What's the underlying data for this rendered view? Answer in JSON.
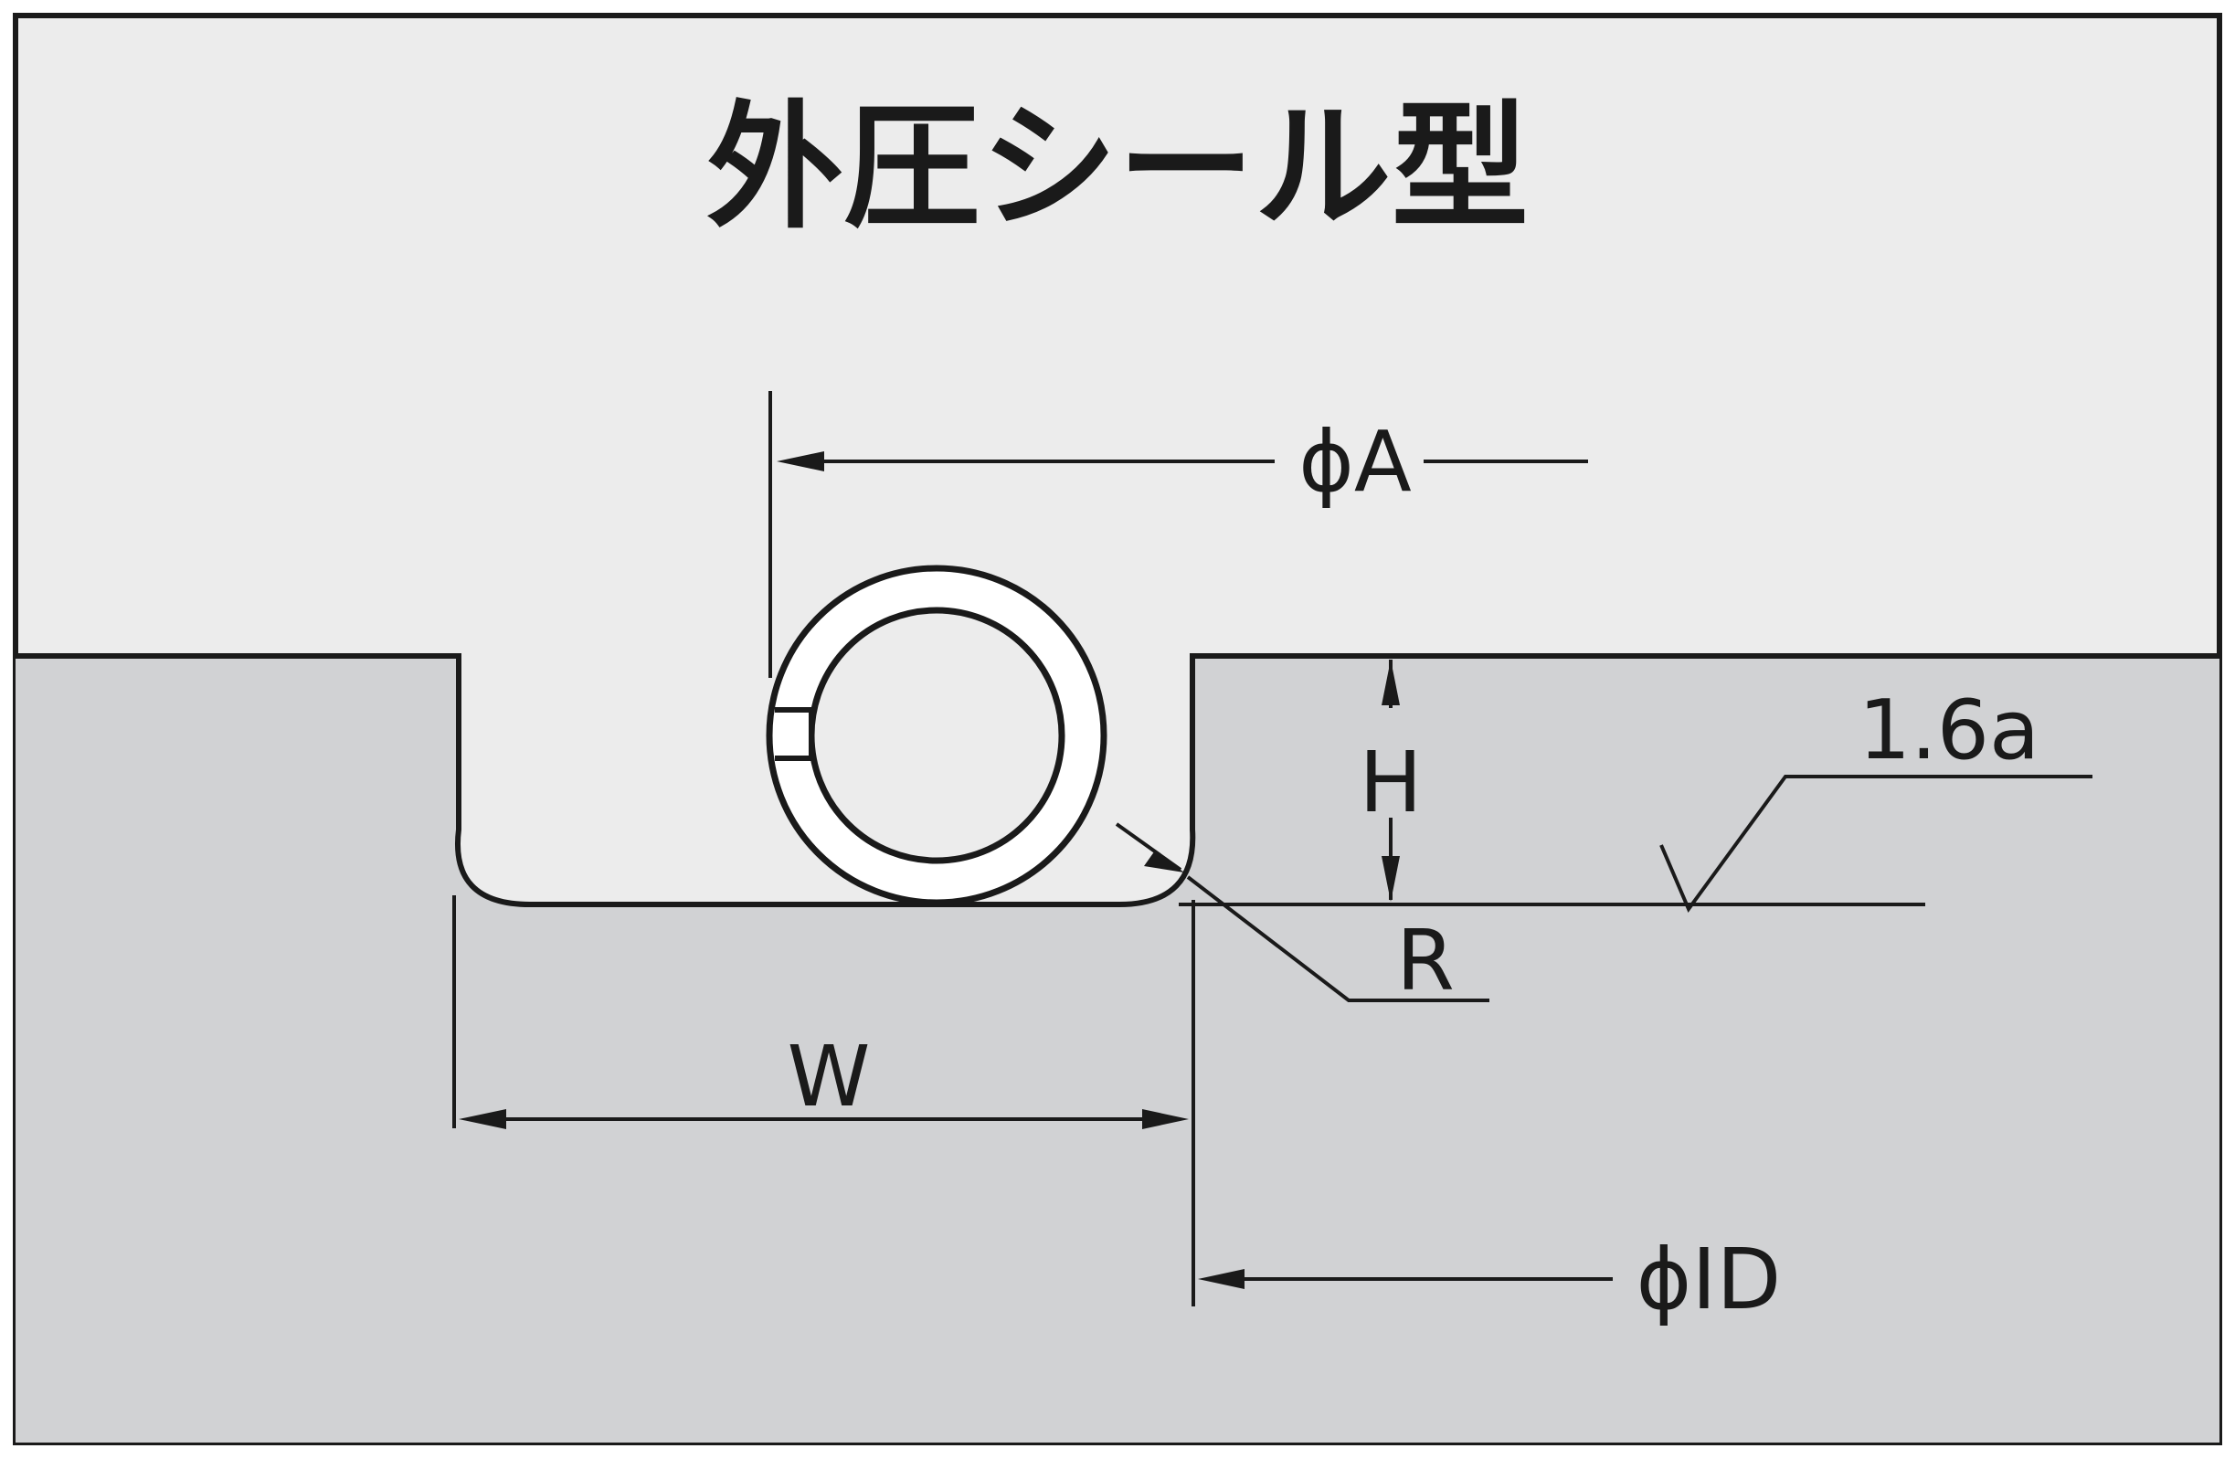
{
  "title": "外圧シール型",
  "labels": {
    "phi_a": "ϕA",
    "h": "H",
    "roughness": "1.6a",
    "r": "R",
    "w": "W",
    "phi_id": "ϕID"
  },
  "colors": {
    "background_upper": "#ececec",
    "housing": "#d1d2d4",
    "line": "#1a1a1a",
    "ring": "#ffffff"
  }
}
